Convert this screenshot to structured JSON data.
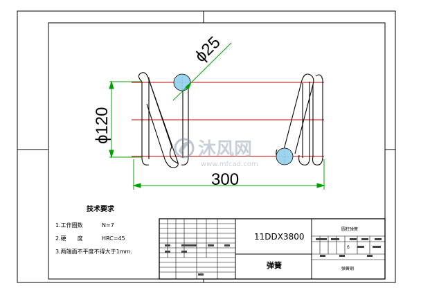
{
  "dimensions": {
    "wire_diameter": "ϕ25",
    "spring_diameter": "ϕ120",
    "spring_length": "300"
  },
  "notes": {
    "heading": "技术要求",
    "line1_label": "1.工作圈数",
    "line1_value": "N=7",
    "line2_label": "2.硬　　度",
    "line2_value": "HRC=45",
    "line3": "3.两端面不平度不得大于1mm."
  },
  "title_block": {
    "spec": "11DDX3800",
    "part_name": "弹簧",
    "count_value": "6",
    "header_text": "圆柱弹簧",
    "material_text": "弹簧钢"
  },
  "watermark": {
    "brand": "沐风网",
    "url": "www.mfcad.com"
  },
  "colors": {
    "line": "#000000",
    "dimension": "#00a000",
    "centerline": "#c00000",
    "wire_fill": "#9fd4ee"
  }
}
